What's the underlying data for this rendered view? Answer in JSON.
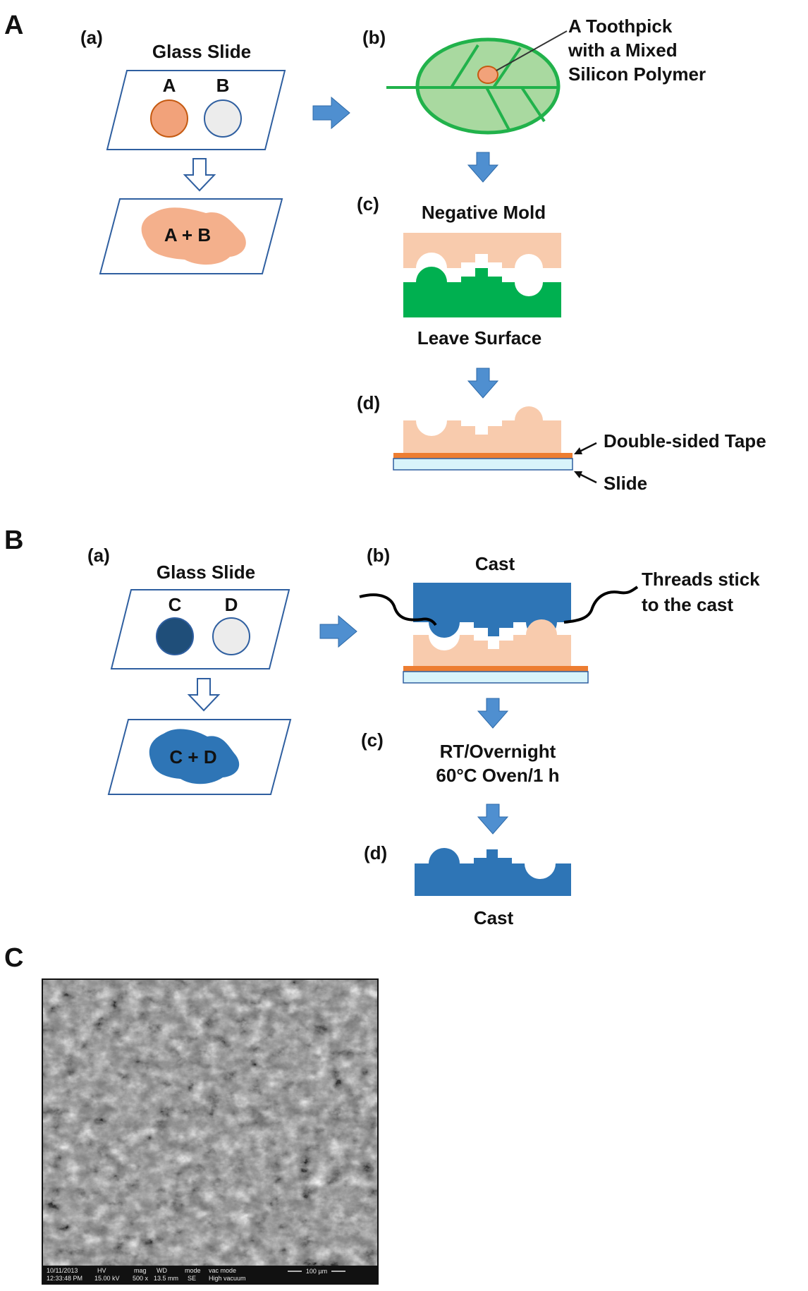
{
  "panel_A": {
    "letter": "A",
    "a": {
      "tag": "(a)",
      "title": "Glass Slide",
      "dot1": "A",
      "dot2": "B",
      "mix": "A + B"
    },
    "b": {
      "tag": "(b)",
      "toothpick_label": [
        "A Toothpick",
        "with a Mixed",
        "Silicon Polymer"
      ]
    },
    "c": {
      "tag": "(c)",
      "top_label": "Negative Mold",
      "bottom_label": "Leave Surface"
    },
    "d": {
      "tag": "(d)",
      "tape_label": "Double-sided Tape",
      "slide_label": "Slide"
    }
  },
  "panel_B": {
    "letter": "B",
    "a": {
      "tag": "(a)",
      "title": "Glass Slide",
      "dot1": "C",
      "dot2": "D",
      "mix": "C + D"
    },
    "b": {
      "tag": "(b)",
      "cast_label": "Cast",
      "threads_label": [
        "Threads stick",
        "to the cast"
      ]
    },
    "c": {
      "tag": "(c)",
      "cure_label": [
        "RT/Overnight",
        "60°C Oven/1 h"
      ]
    },
    "d": {
      "tag": "(d)",
      "cast_label": "Cast"
    }
  },
  "panel_C": {
    "letter": "C",
    "sem_info": {
      "date": "10/11/2013",
      "time": "12:33:48 PM",
      "hv_head": "HV",
      "hv": "15.00 kV",
      "mag_head": "mag",
      "mag": "500 x",
      "wd_head": "WD",
      "wd": "13.5 mm",
      "mode_head": "mode",
      "mode": "SE",
      "vac_head": "vac mode",
      "vac": "High vacuum",
      "scale": "100 µm"
    }
  },
  "colors": {
    "slide_outline": "#2f5fa0",
    "polymer_a": "#f2a27a",
    "polymer_mix": "#f4b08c",
    "polymer_b": "#ececec",
    "arrow_fill": "#4f8fd0",
    "leaf_fill": "#a9d9a0",
    "leaf_stroke": "#21b24b",
    "leaf_surface": "#00b050",
    "mold": "#f8cbad",
    "tape": "#ed7d31",
    "glass": "#d8f4fa",
    "cast": "#2e75b6",
    "polymer_c": "#1f4e79"
  },
  "icons": [
    "block-arrow-right",
    "hollow-arrow-down",
    "block-arrow-down",
    "pointer-arrow"
  ]
}
